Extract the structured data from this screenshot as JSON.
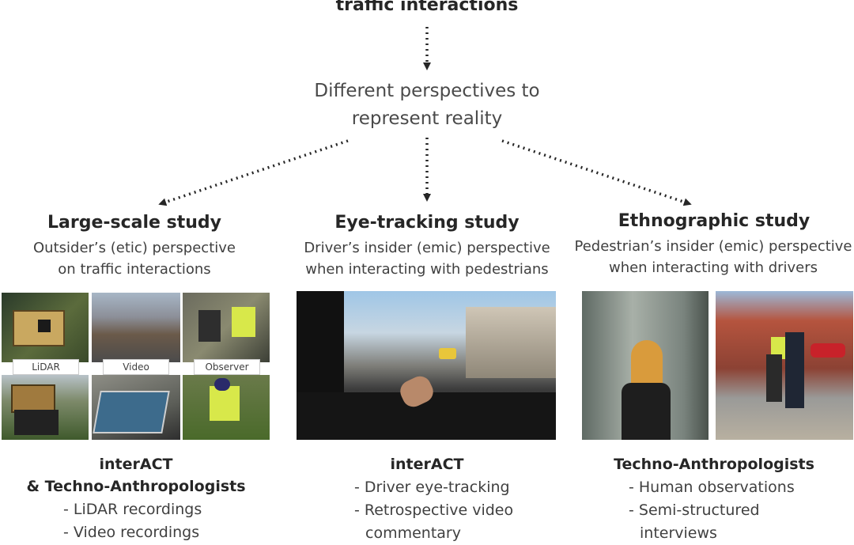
{
  "top": {
    "title": "traffic interactions"
  },
  "center": {
    "line1": "Different perspectives to",
    "line2": "represent reality"
  },
  "columns": [
    {
      "title": "Large-scale study",
      "subtitle_line1": "Outsider’s (etic) perspective",
      "subtitle_line2": "on traffic interactions",
      "photo_labels": [
        "LiDAR",
        "Video",
        "Observer"
      ],
      "bottom_head_line1": "interACT",
      "bottom_head_line2": "& Techno-Anthropologists",
      "items": [
        "- LiDAR recordings",
        "- Video recordings"
      ]
    },
    {
      "title": "Eye-tracking study",
      "subtitle_line1": "Driver’s insider (emic) perspective",
      "subtitle_line2": "when interacting with pedestrians",
      "bottom_head_line1": "interACT",
      "items": [
        "- Driver eye-tracking",
        "- Retrospective video",
        "commentary"
      ]
    },
    {
      "title": "Ethnographic study",
      "subtitle_line1": "Pedestrian’s insider (emic) perspective",
      "subtitle_line2": "when interacting with drivers",
      "bottom_head_line1": "Techno-Anthropologists",
      "items": [
        "- Human observations",
        "- Semi-structured",
        "interviews"
      ]
    }
  ]
}
